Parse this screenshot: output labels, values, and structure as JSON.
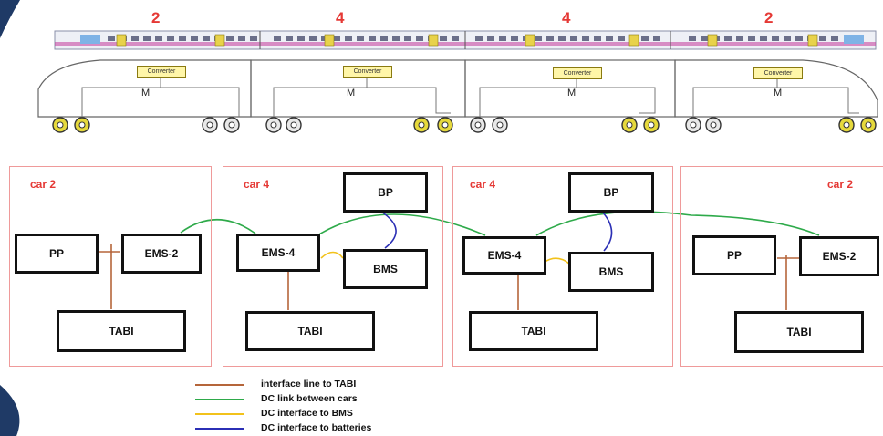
{
  "train": {
    "car_numbers": [
      "2",
      "4",
      "4",
      "2"
    ],
    "converter_label": "Converter",
    "motor_label": "M"
  },
  "cars": [
    {
      "label": "car 2",
      "boxes": {
        "pp": "PP",
        "ems": "EMS-2",
        "tabi": "TABI"
      }
    },
    {
      "label": "car 4",
      "boxes": {
        "bp": "BP",
        "ems": "EMS-4",
        "bms": "BMS",
        "tabi": "TABI"
      }
    },
    {
      "label": "car 4",
      "boxes": {
        "bp": "BP",
        "ems": "EMS-4",
        "bms": "BMS",
        "tabi": "TABI"
      }
    },
    {
      "label": "car 2",
      "boxes": {
        "pp": "PP",
        "ems": "EMS-2",
        "tabi": "TABI"
      }
    }
  ],
  "legend": [
    {
      "label": "interface line to TABI",
      "color": "#b5653a"
    },
    {
      "label": "DC link between cars",
      "color": "#2eaa4a"
    },
    {
      "label": "DC interface to BMS",
      "color": "#f2c21b"
    },
    {
      "label": "DC interface to batteries",
      "color": "#2b2fb5"
    }
  ],
  "colors": {
    "accent_red": "#e53935",
    "border_navy": "#1f3a66",
    "tabi_line": "#b5653a",
    "dc_link": "#2eaa4a",
    "bms_line": "#f2c21b",
    "battery_line": "#2b2fb5"
  }
}
